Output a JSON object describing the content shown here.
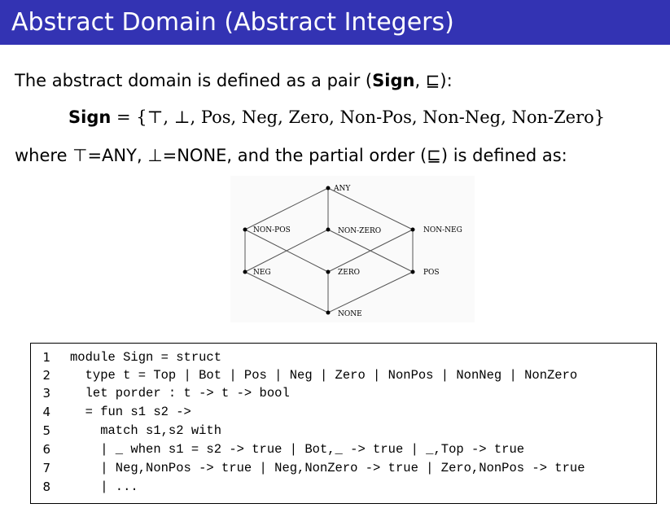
{
  "slide": {
    "title": "Abstract Domain (Abstract Integers)"
  },
  "intro": {
    "text_before": "The abstract domain is defined as a pair (",
    "sign_word": "Sign",
    "text_after": ", ⊑):"
  },
  "definition": {
    "name": "Sign",
    "equals": " = {",
    "members": "⊤, ⊥, Pos, Neg, Zero, Non-Pos, Non-Neg, Non-Zero",
    "close": "}"
  },
  "where_text": "where ⊤=ANY, ⊥=NONE, and the partial order (⊑) is defined as:",
  "lattice": {
    "nodes": {
      "any": "ANY",
      "non_pos": "NON-POS",
      "non_zero": "NON-ZERO",
      "non_neg": "NON-NEG",
      "neg": "NEG",
      "zero": "ZERO",
      "pos": "POS",
      "none": "NONE"
    }
  },
  "code": {
    "line_numbers": [
      "1",
      "2",
      "3",
      "4",
      "5",
      "6",
      "7",
      "8"
    ],
    "lines": [
      "module Sign = struct",
      "  type t = Top | Bot | Pos | Neg | Zero | NonPos | NonNeg | NonZero",
      "  let porder : t -> t -> bool",
      "  = fun s1 s2 ->",
      "    match s1,s2 with",
      "    | _ when s1 = s2 -> true | Bot,_ -> true | _,Top -> true",
      "    | Neg,NonPos -> true | Neg,NonZero -> true | Zero,NonPos -> true",
      "    | ..."
    ]
  }
}
